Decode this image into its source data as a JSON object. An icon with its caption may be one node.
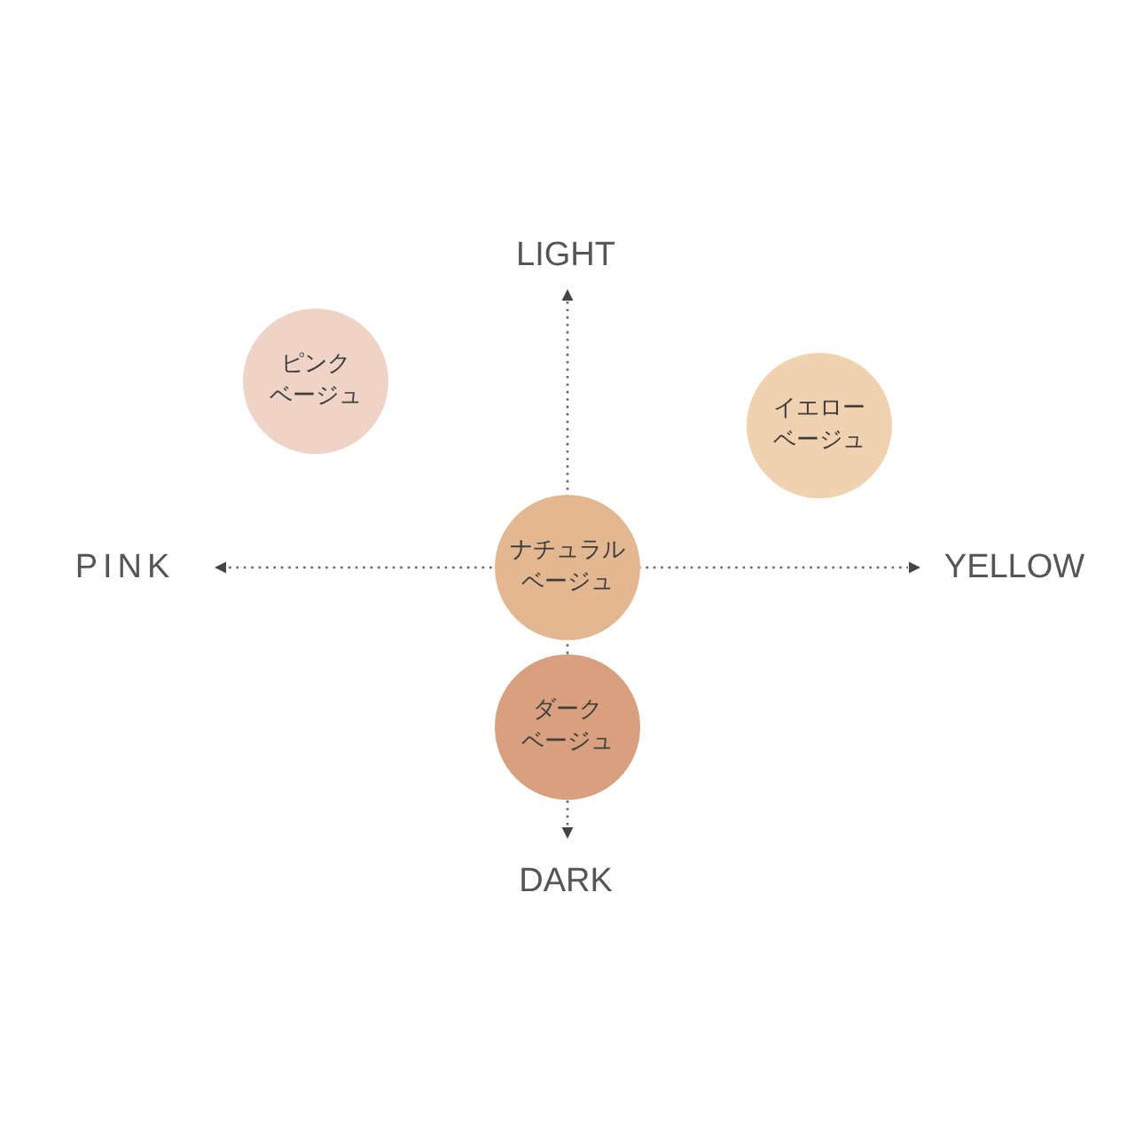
{
  "diagram": {
    "nodes": [
      {
        "text": [
          "ピンクベージュ"
        ]
      },
      {
        "text": [
          "イエローベージュ"
        ]
      },
      {
        "text": [
          "ナチュラルベージュ"
        ]
      },
      {
        "text": [
          "ダークベージュ"
        ]
      }
    ],
    "labels": [
      "LIGHT",
      "PINK",
      "YELLOW",
      "DARK"
    ]
  }
}
